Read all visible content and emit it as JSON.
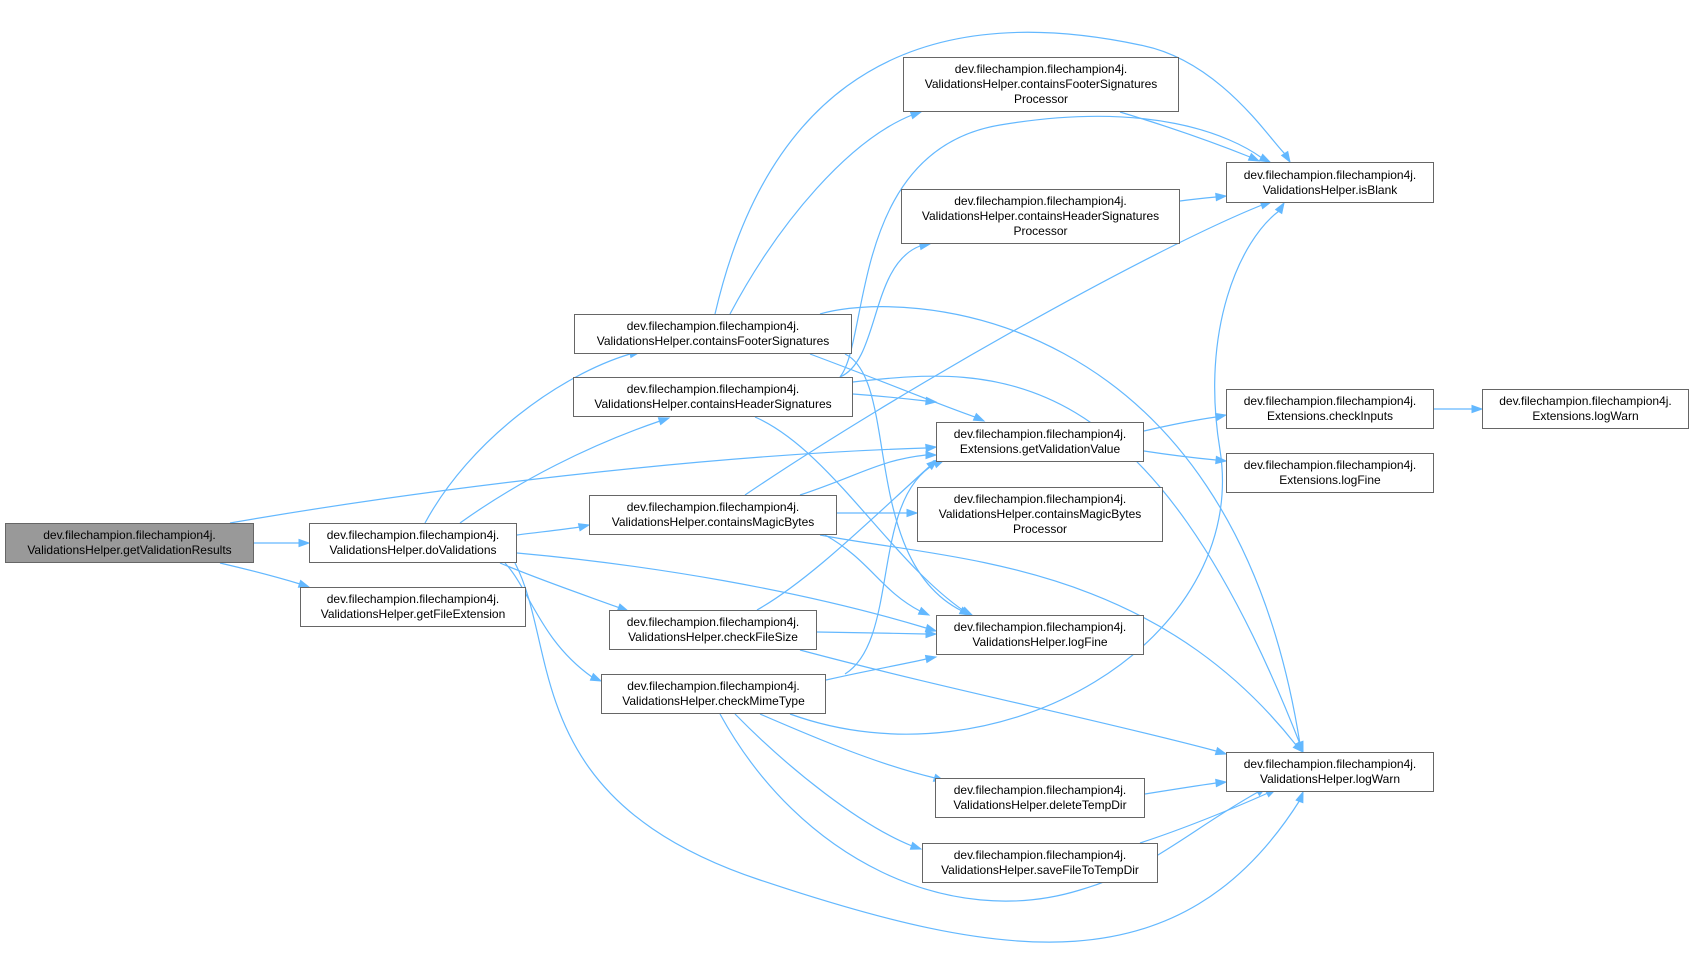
{
  "nodes": {
    "getValidationResults": {
      "line1": "dev.filechampion.filechampion4j.",
      "line2": "ValidationsHelper.getValidationResults"
    },
    "doValidations": {
      "line1": "dev.filechampion.filechampion4j.",
      "line2": "ValidationsHelper.doValidations"
    },
    "getFileExtension": {
      "line1": "dev.filechampion.filechampion4j.",
      "line2": "ValidationsHelper.getFileExtension"
    },
    "containsFooterSignatures": {
      "line1": "dev.filechampion.filechampion4j.",
      "line2": "ValidationsHelper.containsFooterSignatures"
    },
    "containsHeaderSignatures": {
      "line1": "dev.filechampion.filechampion4j.",
      "line2": "ValidationsHelper.containsHeaderSignatures"
    },
    "containsMagicBytes": {
      "line1": "dev.filechampion.filechampion4j.",
      "line2": "ValidationsHelper.containsMagicBytes"
    },
    "checkFileSize": {
      "line1": "dev.filechampion.filechampion4j.",
      "line2": "ValidationsHelper.checkFileSize"
    },
    "checkMimeType": {
      "line1": "dev.filechampion.filechampion4j.",
      "line2": "ValidationsHelper.checkMimeType"
    },
    "containsFooterSignaturesProcessor": {
      "line1": "dev.filechampion.filechampion4j.",
      "line2": "ValidationsHelper.containsFooterSignatures",
      "line3": "Processor"
    },
    "containsHeaderSignaturesProcessor": {
      "line1": "dev.filechampion.filechampion4j.",
      "line2": "ValidationsHelper.containsHeaderSignatures",
      "line3": "Processor"
    },
    "getValidationValue": {
      "line1": "dev.filechampion.filechampion4j.",
      "line2": "Extensions.getValidationValue"
    },
    "containsMagicBytesProcessor": {
      "line1": "dev.filechampion.filechampion4j.",
      "line2": "ValidationsHelper.containsMagicBytes",
      "line3": "Processor"
    },
    "logFineVH": {
      "line1": "dev.filechampion.filechampion4j.",
      "line2": "ValidationsHelper.logFine"
    },
    "deleteTempDir": {
      "line1": "dev.filechampion.filechampion4j.",
      "line2": "ValidationsHelper.deleteTempDir"
    },
    "saveFileToTempDir": {
      "line1": "dev.filechampion.filechampion4j.",
      "line2": "ValidationsHelper.saveFileToTempDir"
    },
    "isBlank": {
      "line1": "dev.filechampion.filechampion4j.",
      "line2": "ValidationsHelper.isBlank"
    },
    "checkInputs": {
      "line1": "dev.filechampion.filechampion4j.",
      "line2": "Extensions.checkInputs"
    },
    "logFineExt": {
      "line1": "dev.filechampion.filechampion4j.",
      "line2": "Extensions.logFine"
    },
    "logWarnVH": {
      "line1": "dev.filechampion.filechampion4j.",
      "line2": "ValidationsHelper.logWarn"
    },
    "logWarnExt": {
      "line1": "dev.filechampion.filechampion4j.",
      "line2": "Extensions.logWarn"
    }
  },
  "colors": {
    "edge": "#63b8ff",
    "node_border": "#666666",
    "root_fill": "#999999"
  }
}
